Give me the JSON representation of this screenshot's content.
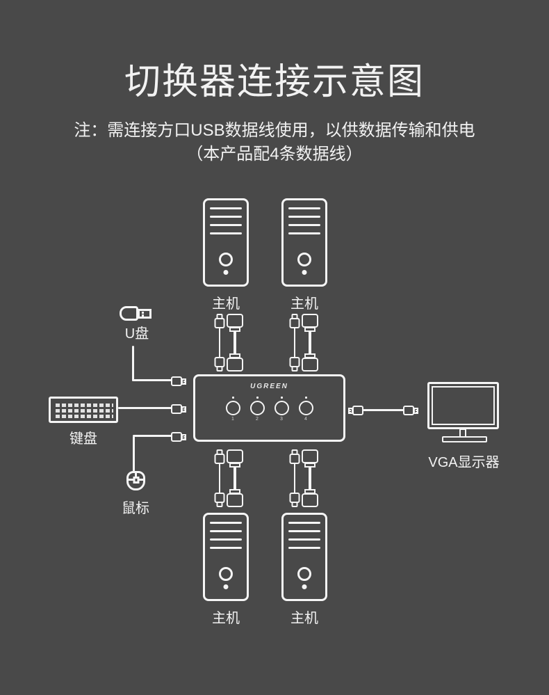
{
  "colors": {
    "background": "#494949",
    "stroke": "#f5f5f5",
    "text": "#f2f2f2"
  },
  "header": {
    "title": "切换器连接示意图",
    "note_line1": "注：需连接方口USB数据线使用，以供数据传输和供电",
    "note_line2": "（本产品配4条数据线）"
  },
  "kvm_switch": {
    "brand": "UGREEN",
    "ports": [
      {
        "number": "1"
      },
      {
        "number": "2"
      },
      {
        "number": "3"
      },
      {
        "number": "4"
      }
    ]
  },
  "devices": {
    "computers": [
      {
        "label": "主机"
      },
      {
        "label": "主机"
      },
      {
        "label": "主机"
      },
      {
        "label": "主机"
      }
    ],
    "usb_drive": {
      "label": "U盘"
    },
    "keyboard": {
      "label": "键盘"
    },
    "mouse": {
      "label": "鼠标"
    },
    "monitor": {
      "label": "VGA显示器"
    }
  }
}
